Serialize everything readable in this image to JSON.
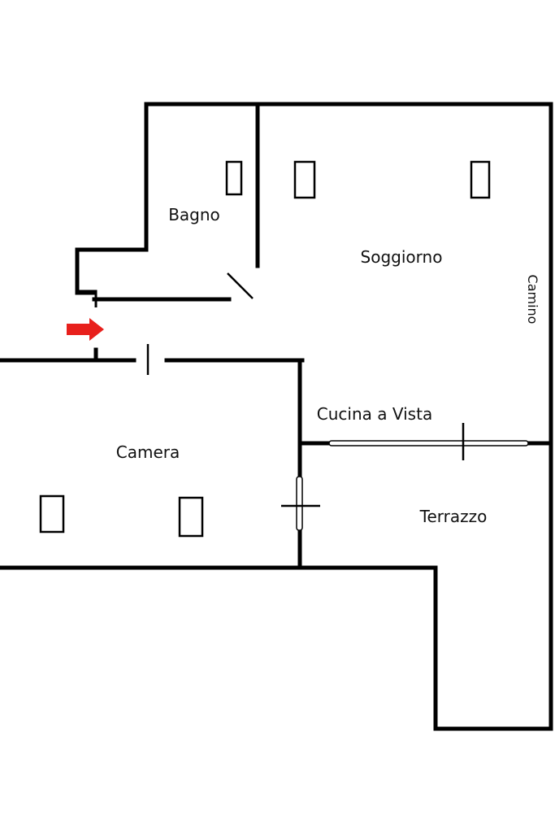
{
  "rooms": {
    "bagno": "Bagno",
    "soggiorno": "Soggiorno",
    "camino": "Camino",
    "cucina": "Cucina a Vista",
    "camera": "Camera",
    "terrazzo": "Terrazzo"
  },
  "colors": {
    "wall": "#000000",
    "background": "#ffffff",
    "entrance_arrow": "#e8201c"
  },
  "icons": {
    "entrance": "entrance-arrow-icon",
    "window": "window-icon"
  }
}
